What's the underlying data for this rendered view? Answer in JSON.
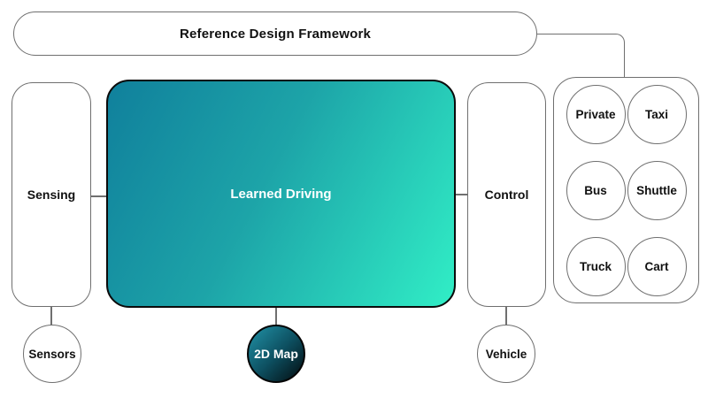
{
  "diagram": {
    "framework": {
      "label": "Reference Design Framework"
    },
    "sensing": {
      "label": "Sensing"
    },
    "learned_driving": {
      "label": "Learned Driving"
    },
    "control": {
      "label": "Control"
    },
    "vehicle_types": {
      "items": [
        {
          "label": "Private"
        },
        {
          "label": "Taxi"
        },
        {
          "label": "Bus"
        },
        {
          "label": "Shuttle"
        },
        {
          "label": "Truck"
        },
        {
          "label": "Cart"
        }
      ]
    },
    "bottom": {
      "sensors": {
        "label": "Sensors"
      },
      "map": {
        "label": "2D Map"
      },
      "vehicle": {
        "label": "Vehicle"
      }
    },
    "colors": {
      "learned_gradient_start": "#10809c",
      "learned_gradient_end": "#31eec6",
      "map_gradient_start": "#2193a8",
      "map_gradient_end": "#030a0d",
      "outline_gray": "#6f6f6f",
      "outline_black": "#0b0b0b",
      "text_dark": "#111111",
      "text_light": "#ffffff"
    }
  }
}
